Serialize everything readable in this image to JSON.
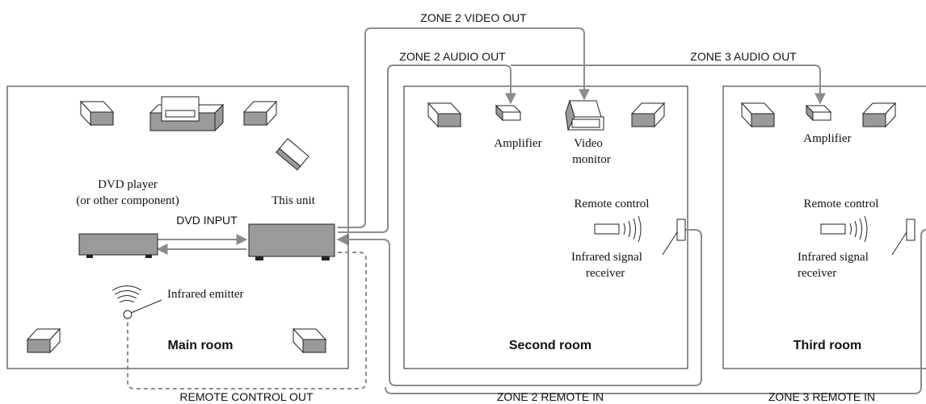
{
  "colors": {
    "line": "#8c8c8c",
    "device_fill": "#9a9a9a",
    "outline": "#222222"
  },
  "connections": {
    "zone2_video_out": "ZONE 2 VIDEO OUT",
    "zone2_audio_out": "ZONE 2 AUDIO OUT",
    "zone3_audio_out": "ZONE 3 AUDIO OUT",
    "dvd_input": "DVD INPUT",
    "remote_control_out": "REMOTE CONTROL OUT",
    "zone2_remote_in": "ZONE 2 REMOTE IN",
    "zone3_remote_in": "ZONE 3 REMOTE IN"
  },
  "main_room": {
    "title": "Main room",
    "dvd_player_line1": "DVD player",
    "dvd_player_line2": "(or other component)",
    "this_unit": "This unit",
    "infrared_emitter": "Infrared emitter"
  },
  "second_room": {
    "title": "Second room",
    "amplifier": "Amplifier",
    "video_monitor_line1": "Video",
    "video_monitor_line2": "monitor",
    "remote_control": "Remote control",
    "ir_receiver_line1": "Infrared signal",
    "ir_receiver_line2": "receiver"
  },
  "third_room": {
    "title": "Third room",
    "amplifier": "Amplifier",
    "remote_control": "Remote control",
    "ir_receiver_line1": "Infrared signal",
    "ir_receiver_line2": "receiver"
  }
}
